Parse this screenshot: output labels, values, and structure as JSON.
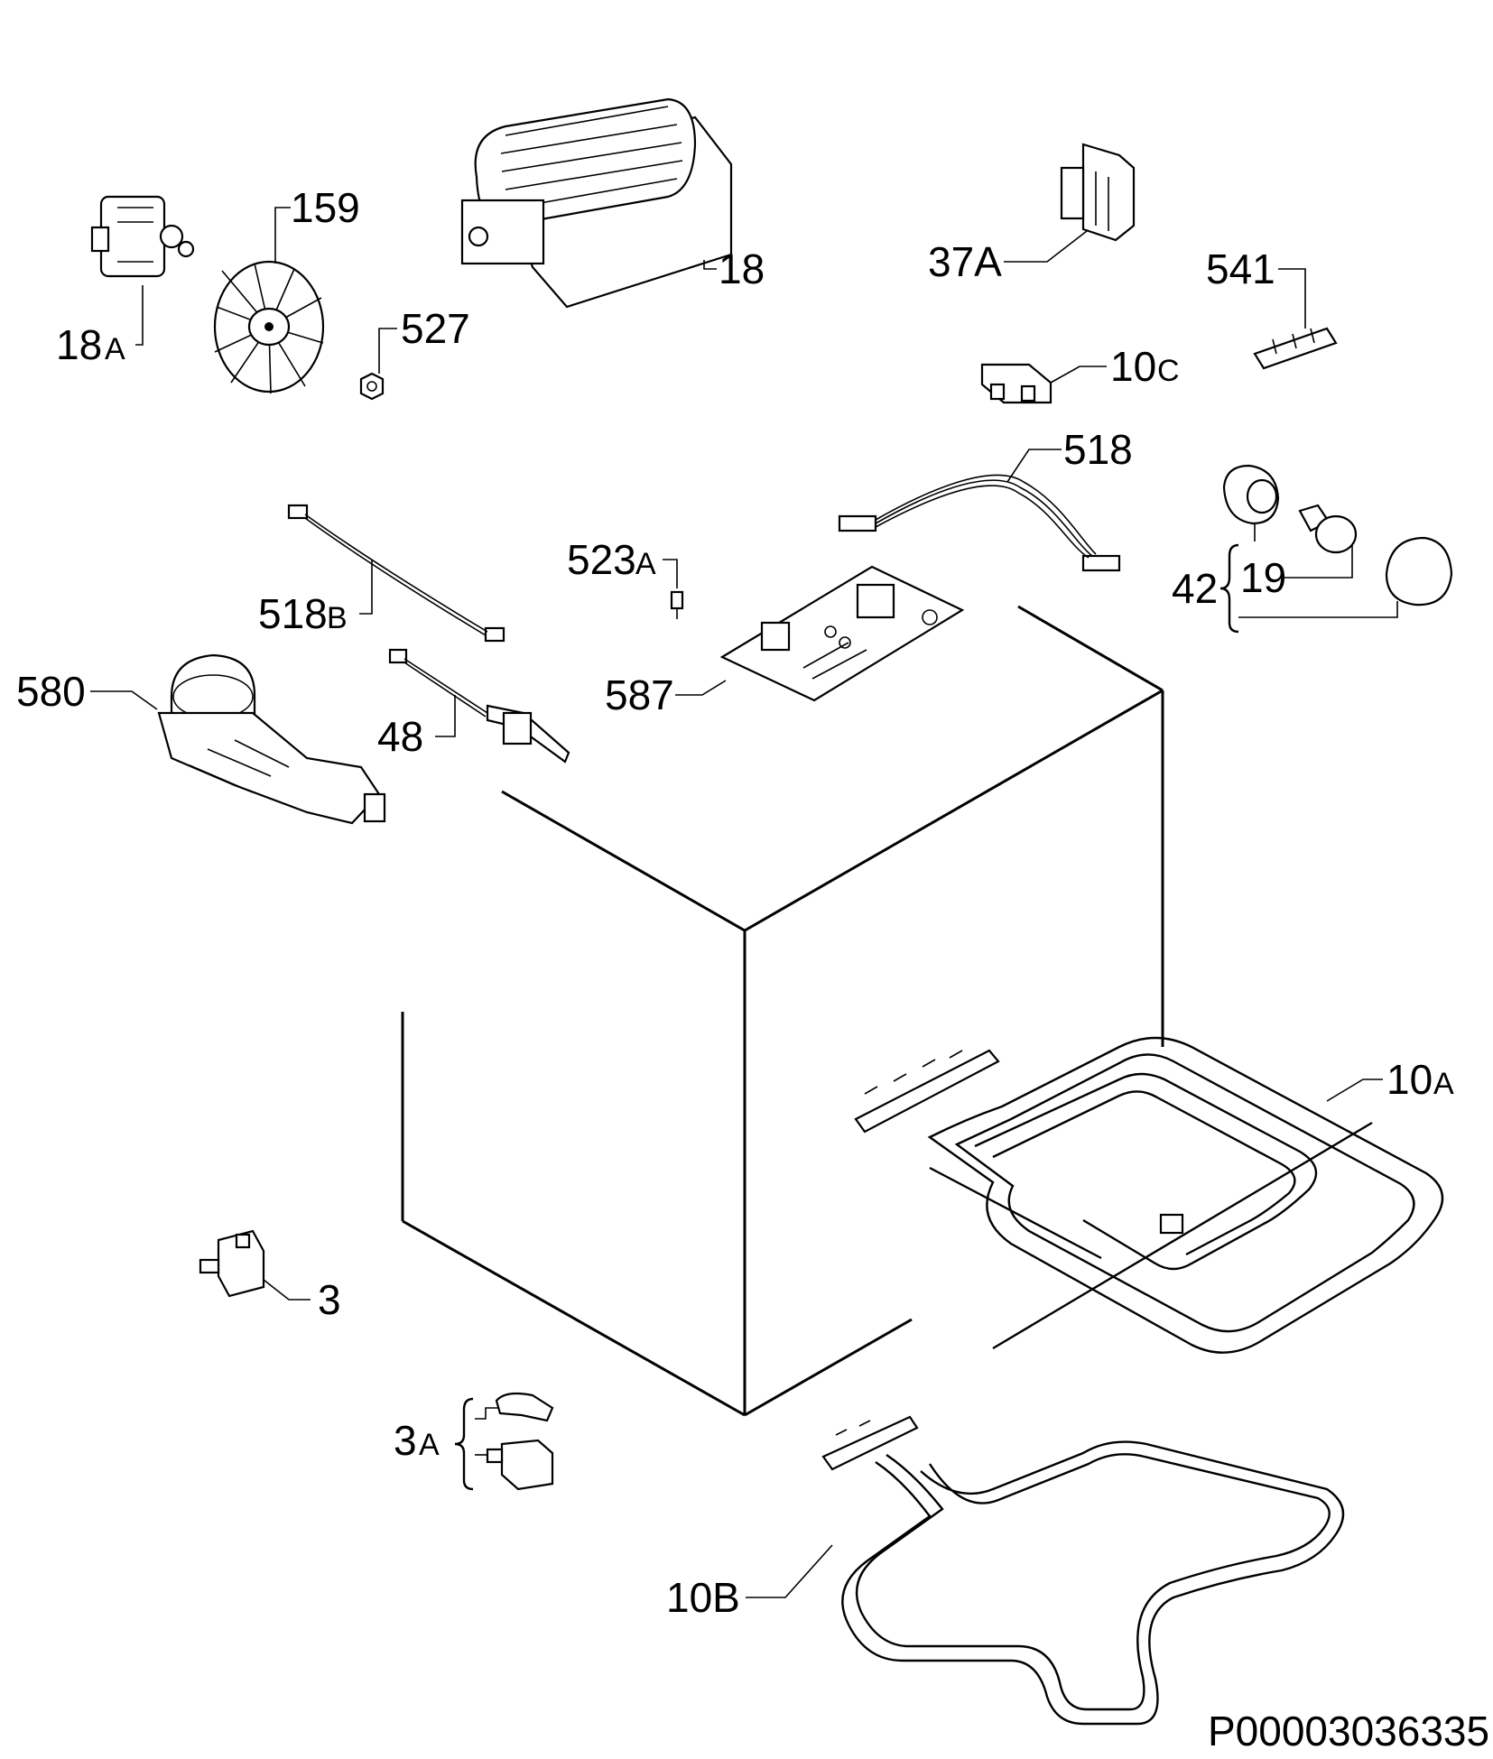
{
  "diagram": {
    "drawing_code": "P00003036335",
    "labels": {
      "p18a": "18",
      "p18a_suffix": "A",
      "p159": "159",
      "p527": "527",
      "p18": "18",
      "p37a": "37A",
      "p541": "541",
      "p10c": "10",
      "p10c_suffix": "C",
      "p518": "518",
      "p523a": "523",
      "p523a_suffix": "A",
      "p518b": "518",
      "p518b_suffix": "B",
      "p42": "42",
      "p19": "19",
      "p580": "580",
      "p48": "48",
      "p587": "587",
      "p10a": "10",
      "p10a_suffix": "A",
      "p3": "3",
      "p3a": "3",
      "p3a_suffix": "A",
      "p10b": "10B"
    }
  }
}
